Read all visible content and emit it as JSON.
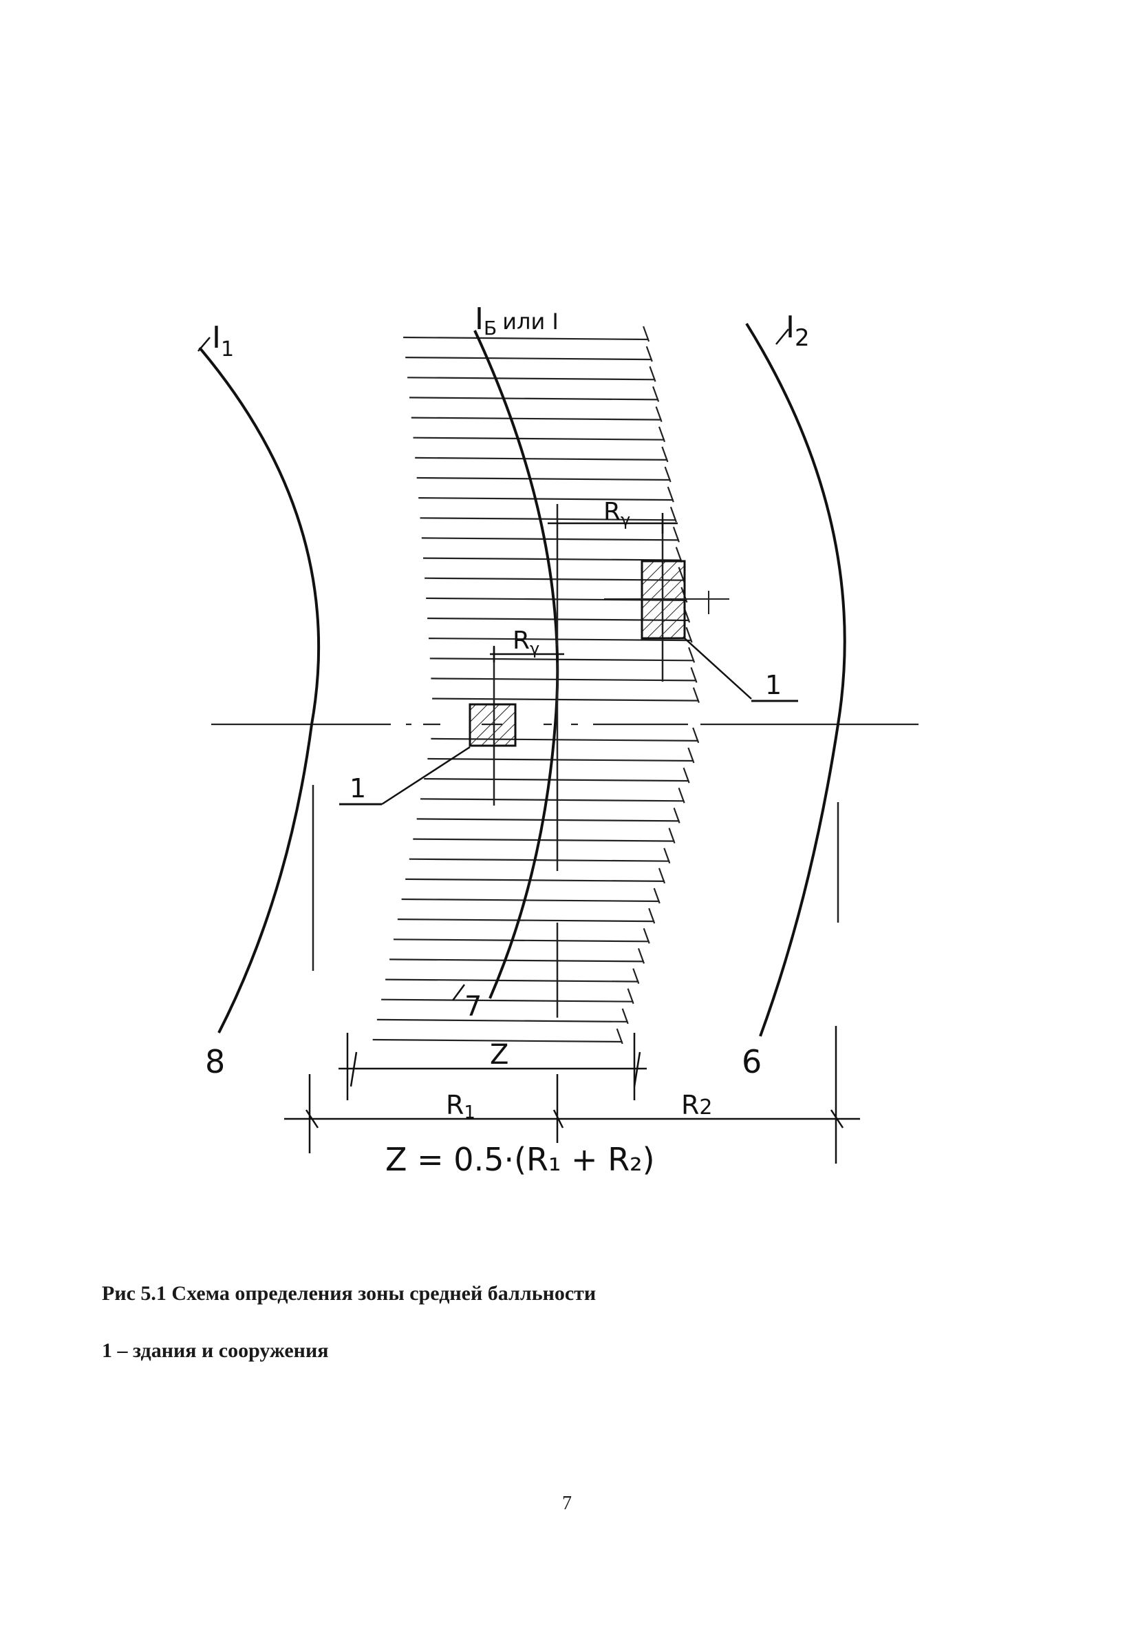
{
  "figure": {
    "labels": {
      "isoline_left": "I",
      "isoline_left_sub": "1",
      "isoline_center": "I",
      "isoline_center_sub": "Б",
      "isoline_center_suffix": "или I",
      "isoline_right": "I",
      "isoline_right_sub": "2",
      "r_gamma_top": "R",
      "r_gamma_top_sub": "γ",
      "r_gamma_bottom": "R",
      "r_gamma_bottom_sub": "γ",
      "callout_building_right": "1",
      "callout_building_left": "1",
      "value_center": "7",
      "value_left": "8",
      "value_right": "6",
      "zone_width": "Z",
      "r1": "R",
      "r1_sub": "1",
      "r2": "R",
      "r2_sub": "2",
      "formula": "Z = 0.5·(R₁ + R₂)"
    }
  },
  "caption": {
    "title": "Рис 5.1  Схема определения зоны средней балльности",
    "legend": "1 – здания и сооружения"
  },
  "page_number": "7"
}
